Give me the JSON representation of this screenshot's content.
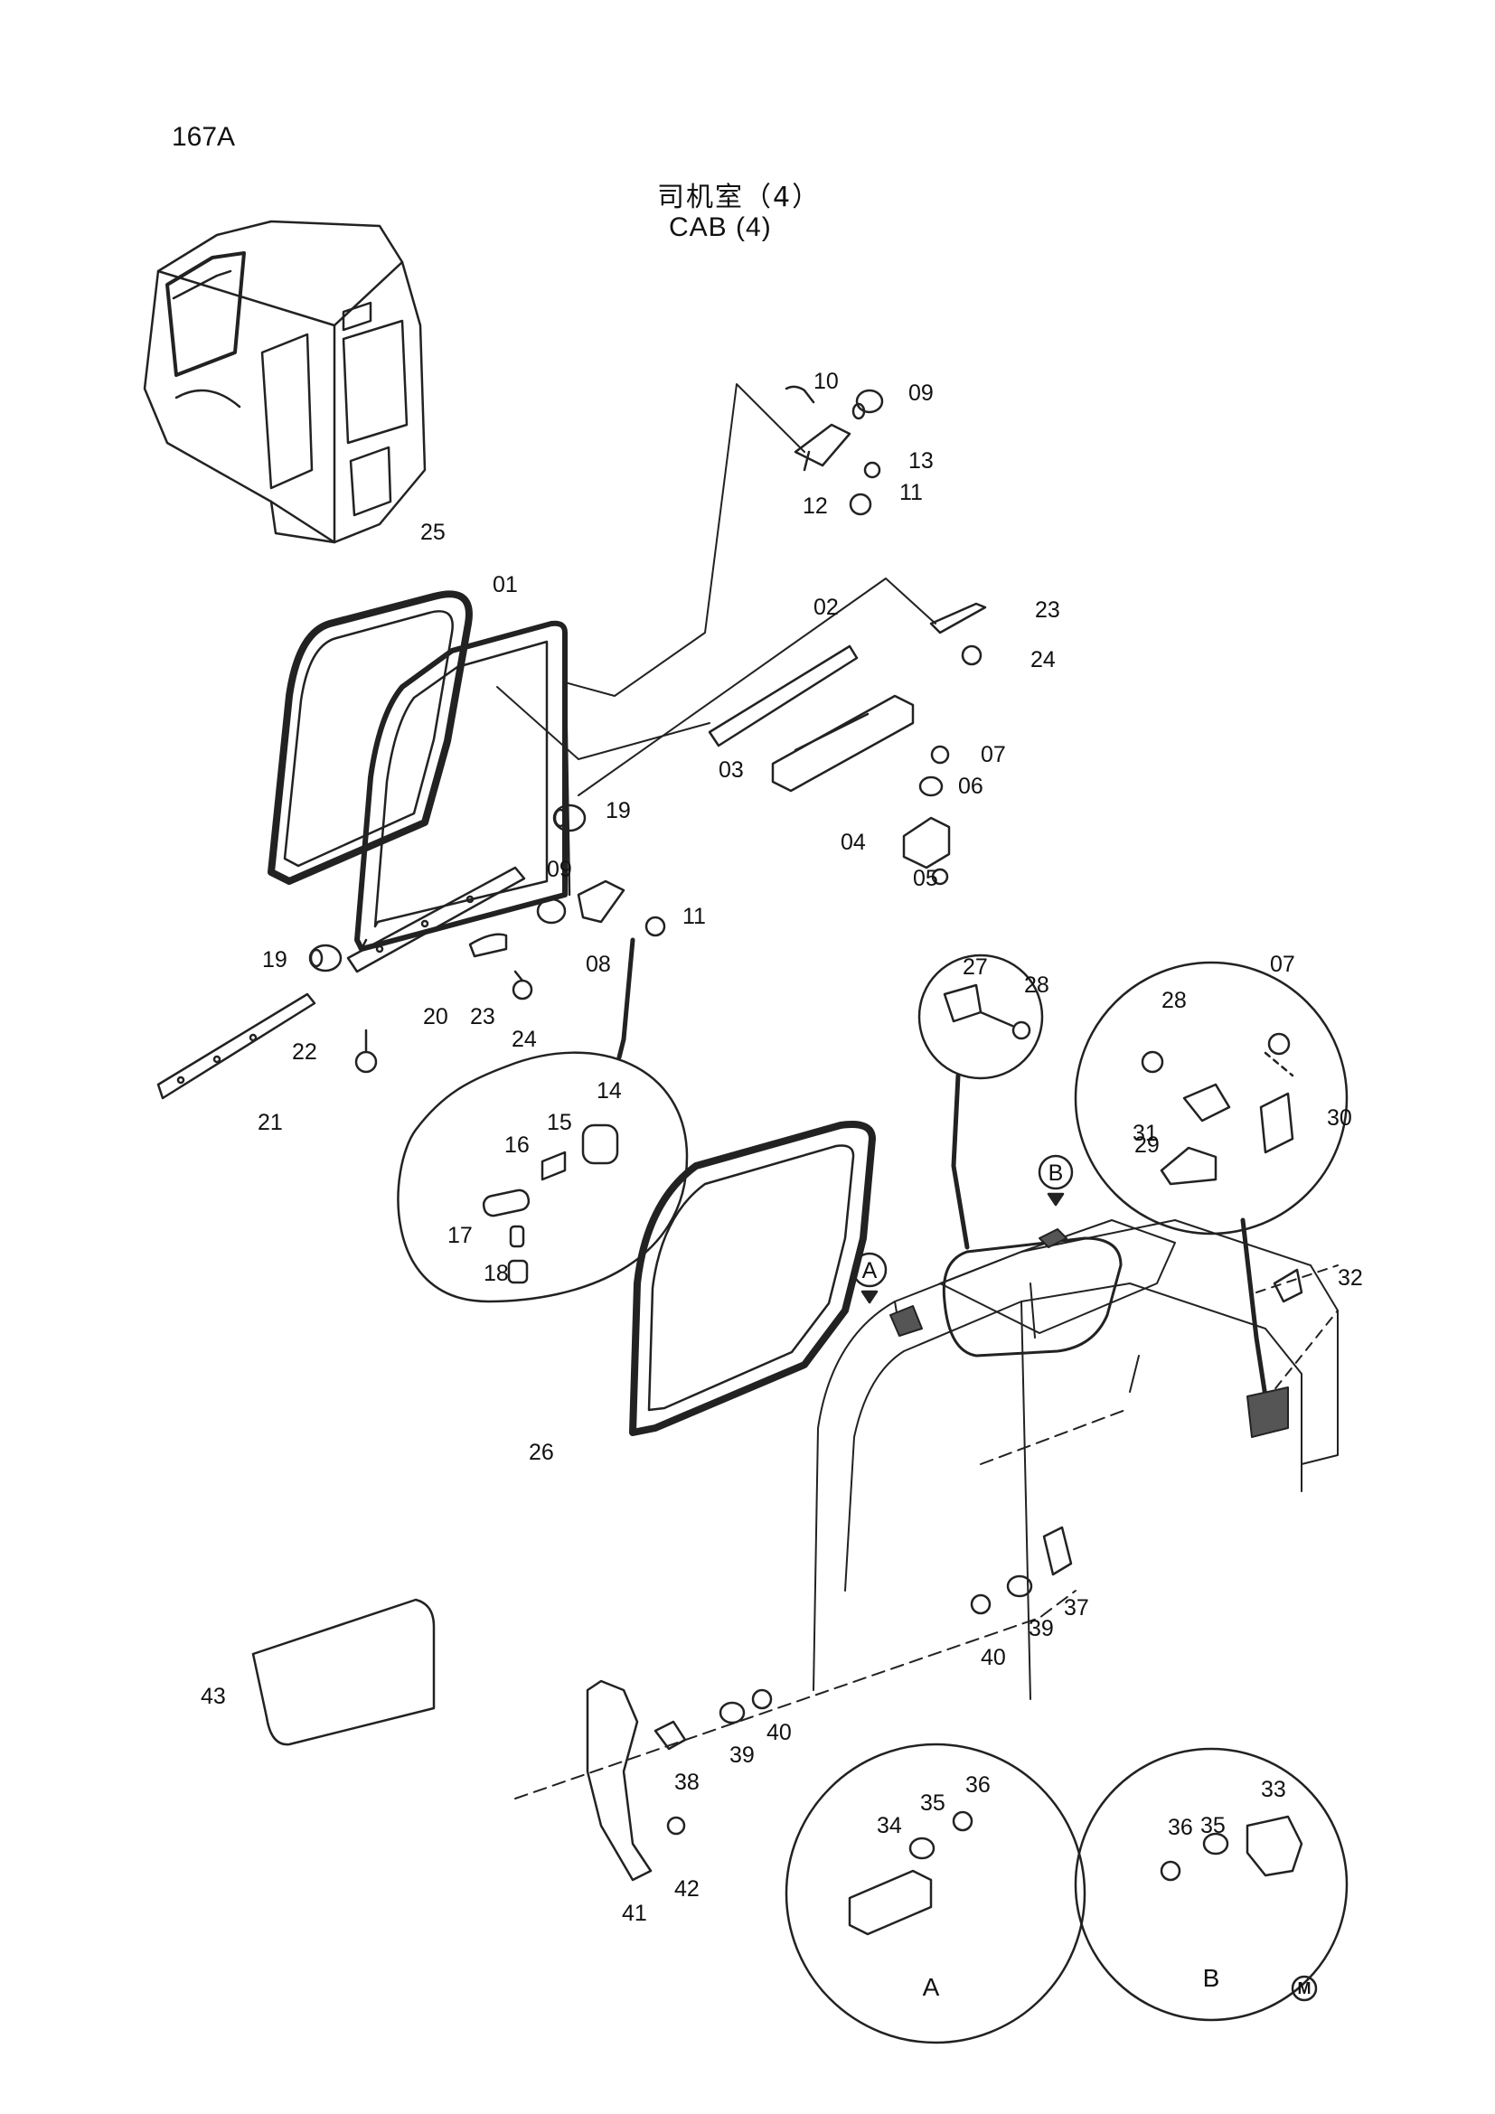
{
  "page": {
    "id": "167A",
    "title_cn": "司机室（4）",
    "title_en": "CAB (4)",
    "mark": "M"
  },
  "callouts": [
    {
      "label": "01"
    },
    {
      "label": "02"
    },
    {
      "label": "03"
    },
    {
      "label": "04"
    },
    {
      "label": "05"
    },
    {
      "label": "06"
    },
    {
      "label": "07"
    },
    {
      "label": "08"
    },
    {
      "label": "09"
    },
    {
      "label": "10"
    },
    {
      "label": "09"
    },
    {
      "label": "11"
    },
    {
      "label": "11"
    },
    {
      "label": "12"
    },
    {
      "label": "13"
    },
    {
      "label": "14"
    },
    {
      "label": "15"
    },
    {
      "label": "16"
    },
    {
      "label": "17"
    },
    {
      "label": "18"
    },
    {
      "label": "19"
    },
    {
      "label": "19"
    },
    {
      "label": "20"
    },
    {
      "label": "21"
    },
    {
      "label": "22"
    },
    {
      "label": "23"
    },
    {
      "label": "23"
    },
    {
      "label": "24"
    },
    {
      "label": "24"
    },
    {
      "label": "25"
    },
    {
      "label": "26"
    },
    {
      "label": "27"
    },
    {
      "label": "28"
    },
    {
      "label": "28"
    },
    {
      "label": "29"
    },
    {
      "label": "30"
    },
    {
      "label": "31"
    },
    {
      "label": "07"
    },
    {
      "label": "32"
    },
    {
      "label": "33"
    },
    {
      "label": "34"
    },
    {
      "label": "35"
    },
    {
      "label": "35"
    },
    {
      "label": "36"
    },
    {
      "label": "36"
    },
    {
      "label": "37"
    },
    {
      "label": "38"
    },
    {
      "label": "39"
    },
    {
      "label": "39"
    },
    {
      "label": "40"
    },
    {
      "label": "40"
    },
    {
      "label": "41"
    },
    {
      "label": "42"
    },
    {
      "label": "43"
    }
  ],
  "detail_markers": [
    {
      "label": "A"
    },
    {
      "label": "B"
    }
  ],
  "detail_views": [
    {
      "label": "A"
    },
    {
      "label": "B"
    }
  ]
}
